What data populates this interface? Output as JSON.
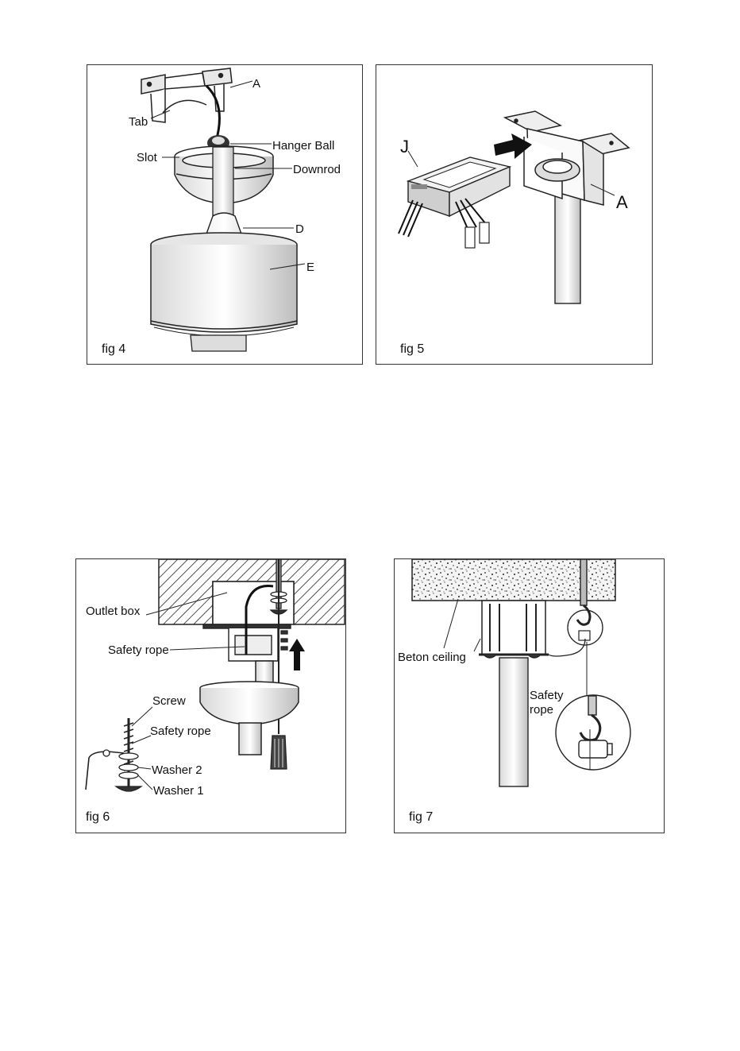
{
  "figures": {
    "fig4": {
      "caption": "fig 4",
      "labels": {
        "a": "A",
        "tab": "Tab",
        "hanger_ball": "Hanger Ball",
        "slot": "Slot",
        "downrod": "Downrod",
        "d": "D",
        "e": "E"
      }
    },
    "fig5": {
      "caption": "fig 5",
      "labels": {
        "j": "J",
        "a": "A"
      }
    },
    "fig6": {
      "caption": "fig 6",
      "labels": {
        "outlet_box": "Outlet box",
        "safety_rope": "Safety rope",
        "screw": "Screw",
        "safety_rope_detail": "Safety rope",
        "washer_2": "Washer 2",
        "washer_1": "Washer 1"
      }
    },
    "fig7": {
      "caption": "fig 7",
      "labels": {
        "beton_ceiling": "Beton ceiling",
        "safety_line1": "Safety",
        "safety_line2": "rope"
      }
    }
  }
}
